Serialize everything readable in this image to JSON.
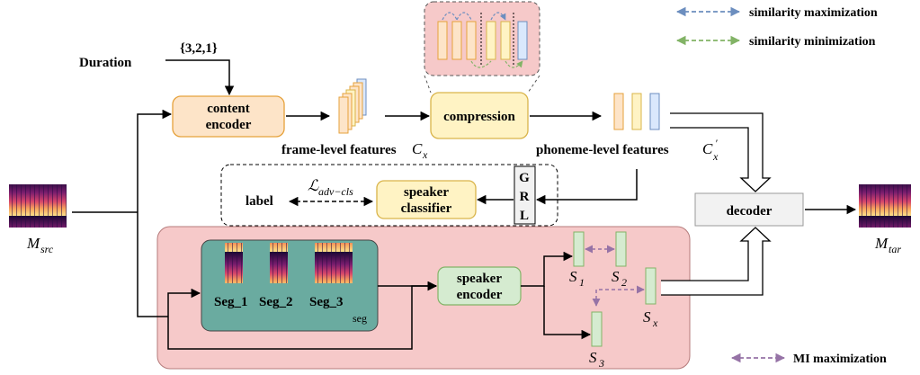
{
  "inputs": {
    "duration_label": "Duration",
    "duration_value": "{3,2,1}"
  },
  "blocks": {
    "content_encoder": [
      "content",
      "encoder"
    ],
    "compression": "compression",
    "speaker_classifier": [
      "speaker",
      "classifier"
    ],
    "grl": [
      "G",
      "R",
      "L"
    ],
    "decoder": "decoder",
    "speaker_encoder": [
      "speaker",
      "encoder"
    ]
  },
  "labels": {
    "frame_level": "frame-level features",
    "phoneme_level": "phoneme-level features",
    "label": "label",
    "seg1": "Seg_1",
    "seg2": "Seg_2",
    "seg3": "Seg_3",
    "seg": "seg"
  },
  "math": {
    "cx": "C",
    "cx_sub": "x",
    "cxp": "C",
    "cxp_sup": "′",
    "cxp_sub": "x",
    "loss": "ℒ",
    "loss_sub": "adv−cls",
    "m_src": "M",
    "m_src_sub": "src",
    "m_tar": "M",
    "m_tar_sub": "tar",
    "s1": "S",
    "s1_sub": "1",
    "s2": "S",
    "s2_sub": "2",
    "s3": "S",
    "s3_sub": "3",
    "sx": "S",
    "sx_sub": "x"
  },
  "legend": {
    "sim_max": "similarity maximization",
    "sim_min": "similarity minimization",
    "mi_max": "MI maximization"
  },
  "colors": {
    "orange_fill": "#fde4c8",
    "orange_stroke": "#e6a23c",
    "yellow_fill": "#fff3c4",
    "yellow_stroke": "#d9b44a",
    "green_fill": "#d5ebd0",
    "green_stroke": "#82b366",
    "teal_fill": "#6aaba0",
    "pink_region": "#f6c9c9",
    "blue_fill": "#dae8fc",
    "blue_stroke": "#6c8ebf",
    "gray_fill": "#f2f2f2",
    "purple_dash": "#9673a6",
    "blue_dash": "#6c8ebf",
    "green_dash": "#82b366"
  }
}
